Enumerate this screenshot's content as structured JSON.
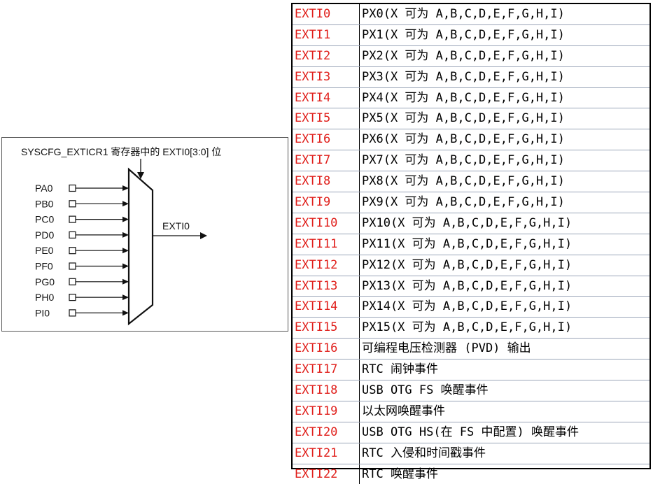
{
  "mux": {
    "control_label": "SYSCFG_EXTICR1 寄存器中的 EXTI0[3:0] 位",
    "output_label": "EXTI0",
    "inputs": [
      "PA0",
      "PB0",
      "PC0",
      "PD0",
      "PE0",
      "PF0",
      "PG0",
      "PH0",
      "PI0"
    ]
  },
  "table": {
    "rows": [
      {
        "line": "EXTI0",
        "source": "PX0(X 可为 A,B,C,D,E,F,G,H,I)"
      },
      {
        "line": "EXTI1",
        "source": "PX1(X 可为 A,B,C,D,E,F,G,H,I)"
      },
      {
        "line": "EXTI2",
        "source": "PX2(X 可为 A,B,C,D,E,F,G,H,I)"
      },
      {
        "line": "EXTI3",
        "source": "PX3(X 可为 A,B,C,D,E,F,G,H,I)"
      },
      {
        "line": "EXTI4",
        "source": "PX4(X 可为 A,B,C,D,E,F,G,H,I)"
      },
      {
        "line": "EXTI5",
        "source": "PX5(X 可为 A,B,C,D,E,F,G,H,I)"
      },
      {
        "line": "EXTI6",
        "source": "PX6(X 可为 A,B,C,D,E,F,G,H,I)"
      },
      {
        "line": "EXTI7",
        "source": "PX7(X 可为 A,B,C,D,E,F,G,H,I)"
      },
      {
        "line": "EXTI8",
        "source": "PX8(X 可为 A,B,C,D,E,F,G,H,I)"
      },
      {
        "line": "EXTI9",
        "source": "PX9(X 可为 A,B,C,D,E,F,G,H,I)"
      },
      {
        "line": "EXTI10",
        "source": "PX10(X 可为 A,B,C,D,E,F,G,H,I)"
      },
      {
        "line": "EXTI11",
        "source": "PX11(X 可为 A,B,C,D,E,F,G,H,I)"
      },
      {
        "line": "EXTI12",
        "source": "PX12(X 可为 A,B,C,D,E,F,G,H,I)"
      },
      {
        "line": "EXTI13",
        "source": "PX13(X 可为 A,B,C,D,E,F,G,H,I)"
      },
      {
        "line": "EXTI14",
        "source": "PX14(X 可为 A,B,C,D,E,F,G,H,I)"
      },
      {
        "line": "EXTI15",
        "source": "PX15(X 可为 A,B,C,D,E,F,G,H,I)"
      },
      {
        "line": "EXTI16",
        "source": "可编程电压检测器 (PVD) 输出"
      },
      {
        "line": "EXTI17",
        "source": "RTC 闹钟事件"
      },
      {
        "line": "EXTI18",
        "source": "USB OTG FS 唤醒事件"
      },
      {
        "line": "EXTI19",
        "source": "以太网唤醒事件"
      },
      {
        "line": "EXTI20",
        "source": "USB OTG HS(在 FS 中配置) 唤醒事件"
      },
      {
        "line": "EXTI21",
        "source": "RTC 入侵和时间戳事件"
      },
      {
        "line": "EXTI22",
        "source": "RTC 唤醒事件"
      }
    ]
  },
  "colors": {
    "line_text": "#e0201c",
    "source_text": "#000000",
    "row_divider": "#9aa5b8"
  }
}
